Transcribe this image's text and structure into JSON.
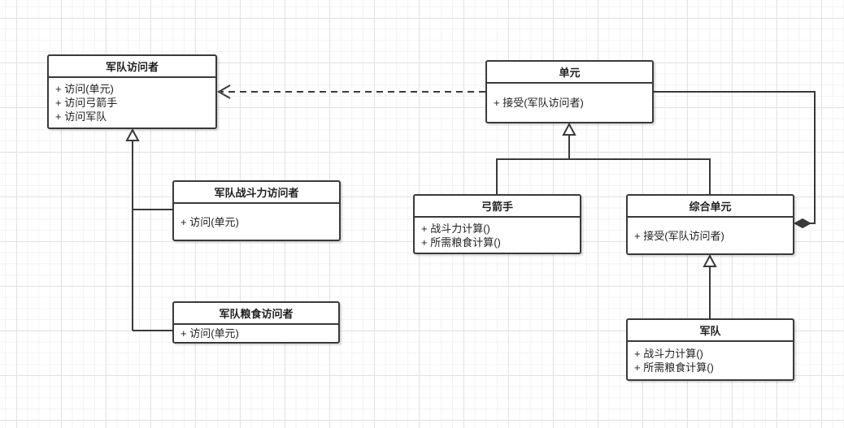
{
  "diagram": {
    "type": "uml-class-diagram",
    "pattern": "visitor",
    "stroke_color": "#3a3a3a",
    "box_fill_color": "#ffffff",
    "grid_minor_color": "#f3f3f3",
    "grid_major_color": "#e3e3e3"
  },
  "classes": [
    {
      "id": "army-visitor",
      "title": "军队访问者",
      "methods": [
        "+ 访问(单元)",
        "+ 访问弓箭手",
        "+ 访问军队"
      ]
    },
    {
      "id": "unit",
      "title": "单元",
      "methods": [
        "+ 接受(军队访问者)"
      ]
    },
    {
      "id": "army-combat-visitor",
      "title": "军队战斗力访问者",
      "methods": [
        "+ 访问(单元)"
      ]
    },
    {
      "id": "army-food-visitor",
      "title": "军队粮食访问者",
      "methods": [
        "+ 访问(单元)"
      ]
    },
    {
      "id": "archer",
      "title": "弓箭手",
      "methods": [
        "+ 战斗力计算()",
        "+ 所需粮食计算()"
      ]
    },
    {
      "id": "composite-unit",
      "title": "综合单元",
      "methods": [
        "+ 接受(军队访问者)"
      ]
    },
    {
      "id": "army",
      "title": "军队",
      "methods": [
        "+ 战斗力计算()",
        "+ 所需粮食计算()"
      ]
    }
  ],
  "relationships": [
    {
      "type": "dependency",
      "from": "unit",
      "to": "army-visitor",
      "line": "dashed",
      "marker": "open-arrow"
    },
    {
      "type": "inheritance",
      "from": "army-combat-visitor",
      "to": "army-visitor",
      "line": "solid",
      "marker": "hollow-triangle"
    },
    {
      "type": "inheritance",
      "from": "army-food-visitor",
      "to": "army-visitor",
      "line": "solid",
      "marker": "hollow-triangle"
    },
    {
      "type": "inheritance",
      "from": "archer",
      "to": "unit",
      "line": "solid",
      "marker": "hollow-triangle"
    },
    {
      "type": "inheritance",
      "from": "composite-unit",
      "to": "unit",
      "line": "solid",
      "marker": "hollow-triangle"
    },
    {
      "type": "inheritance",
      "from": "army",
      "to": "composite-unit",
      "line": "solid",
      "marker": "hollow-triangle"
    },
    {
      "type": "composition",
      "from": "composite-unit",
      "to": "unit",
      "line": "solid",
      "marker": "filled-diamond"
    }
  ]
}
